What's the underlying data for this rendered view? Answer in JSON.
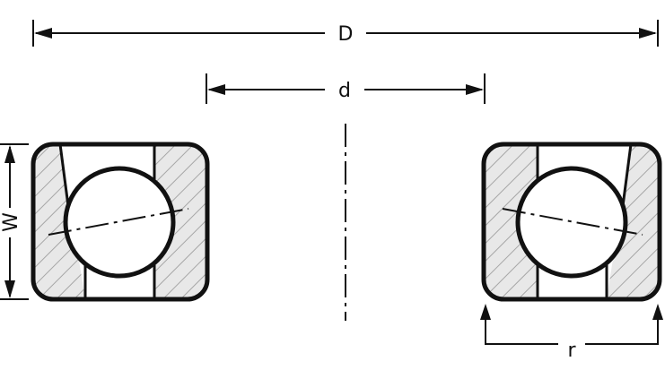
{
  "labels": {
    "outer_diameter": "D",
    "bore_diameter": "d",
    "width": "W",
    "chamfer": "r"
  },
  "colors": {
    "line": "#111111",
    "hatch_fill": "#e8e8e8",
    "hatch_line": "#a6a6a6",
    "background": "#ffffff"
  }
}
